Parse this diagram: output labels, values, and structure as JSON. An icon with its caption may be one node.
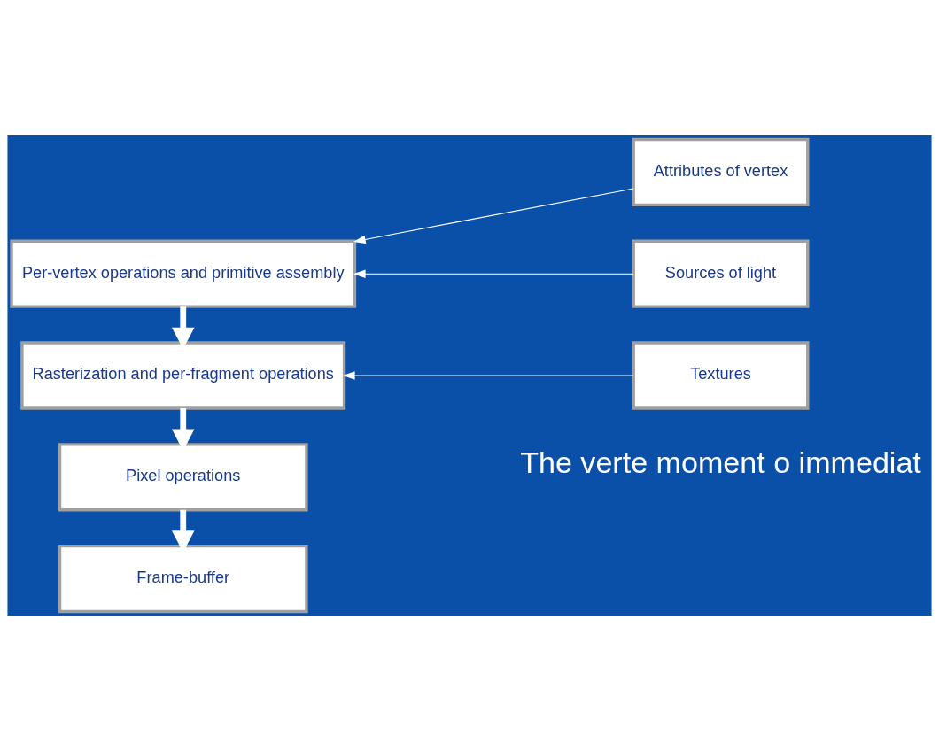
{
  "diagram": {
    "nodes": [
      {
        "text": [
          "Per-vertex operations and primitive assembly"
        ]
      },
      {
        "text": [
          "Rasterization and per-fragment operations"
        ]
      },
      {
        "text": [
          "Pixel operations"
        ]
      },
      {
        "text": [
          "Frame-buffer"
        ]
      },
      {
        "text": [
          "Attributes of vertex"
        ]
      },
      {
        "text": [
          "Sources of light"
        ]
      },
      {
        "text": [
          "Textures"
        ]
      }
    ],
    "edges": [
      {
        "from": 0,
        "to": 1,
        "arrow": "to",
        "style": "thick"
      },
      {
        "from": 1,
        "to": 2,
        "arrow": "to",
        "style": "thick"
      },
      {
        "from": 2,
        "to": 3,
        "arrow": "to",
        "style": "thick"
      },
      {
        "from": 4,
        "to": 0,
        "arrow": "to"
      },
      {
        "from": 5,
        "to": 0,
        "arrow": "to"
      },
      {
        "from": 6,
        "to": 1,
        "arrow": "to"
      }
    ],
    "labels": [
      "The verte moment o immediat"
    ]
  }
}
